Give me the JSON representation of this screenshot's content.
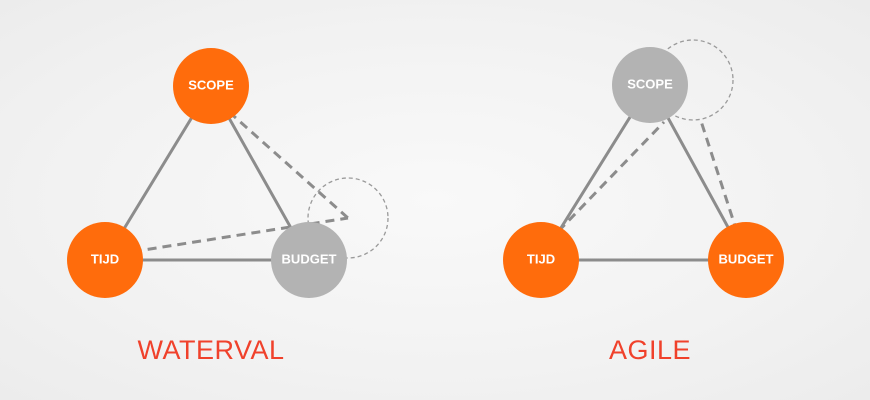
{
  "colors": {
    "orange": "#ff6c0c",
    "gray": "#b3b3b3",
    "edge": "#8c8c8c",
    "title": "#f0412b"
  },
  "diagrams": [
    {
      "title": "WATERVAL",
      "nodes": {
        "scope": {
          "label": "SCOPE",
          "state": "fixed"
        },
        "tijd": {
          "label": "TIJD",
          "state": "fixed"
        },
        "budget": {
          "label": "BUDGET",
          "state": "variable"
        }
      },
      "moving_node": "budget"
    },
    {
      "title": "AGILE",
      "nodes": {
        "scope": {
          "label": "SCOPE",
          "state": "variable"
        },
        "tijd": {
          "label": "TIJD",
          "state": "fixed"
        },
        "budget": {
          "label": "BUDGET",
          "state": "fixed"
        }
      },
      "moving_node": "scope"
    }
  ]
}
